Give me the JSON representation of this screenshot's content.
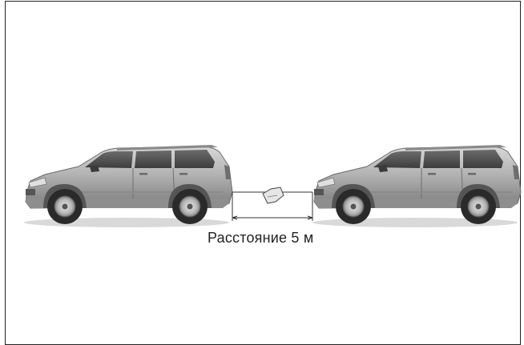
{
  "diagram": {
    "distance_label": "Расстояние 5 м",
    "colors": {
      "frame": "#222222",
      "car_body": "#a9a9a9",
      "car_dark": "#3a3a3a",
      "glass": "#5a5a5a",
      "tire": "#2a2a2a",
      "rim": "#c8c8c8",
      "dimension_line": "#333333"
    },
    "items": [
      {
        "name": "rear-car",
        "icon": "suv-side-view"
      },
      {
        "name": "tow-rope",
        "icon": "cloth-flag"
      },
      {
        "name": "front-car",
        "icon": "suv-side-view"
      }
    ]
  }
}
